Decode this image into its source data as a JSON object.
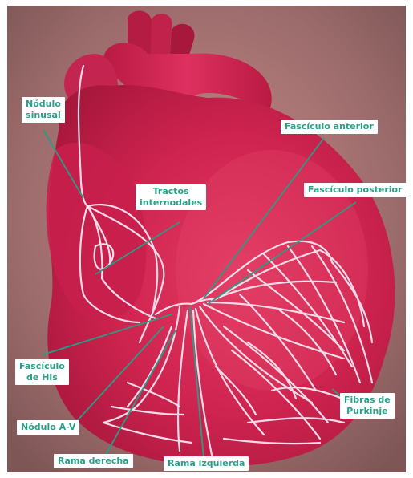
{
  "labels": {
    "nodulo_sinusal": {
      "line1": "Nódulo",
      "line2": "sinusal"
    },
    "tractos_internodales": {
      "line1": "Tractos",
      "line2": "internodales"
    },
    "fasciculo_anterior": {
      "text": "Fascículo anterior"
    },
    "fasciculo_posterior": {
      "text": "Fascículo posterior"
    },
    "fasciculo_his": {
      "line1": "Fascículo",
      "line2": "de His"
    },
    "nodulo_av": {
      "text": "Nódulo A-V"
    },
    "rama_derecha": {
      "text": "Rama derecha"
    },
    "rama_izquierda": {
      "text": "Rama izquierda"
    },
    "fibras_purkinje": {
      "line1": "Fibras de",
      "line2": "Purkinje"
    }
  },
  "colors": {
    "background": "#9c7070",
    "heart": "#d62a55",
    "conduction": "#f4dbe8",
    "leader": "#2a9c82",
    "label_text": "#2aa089"
  }
}
